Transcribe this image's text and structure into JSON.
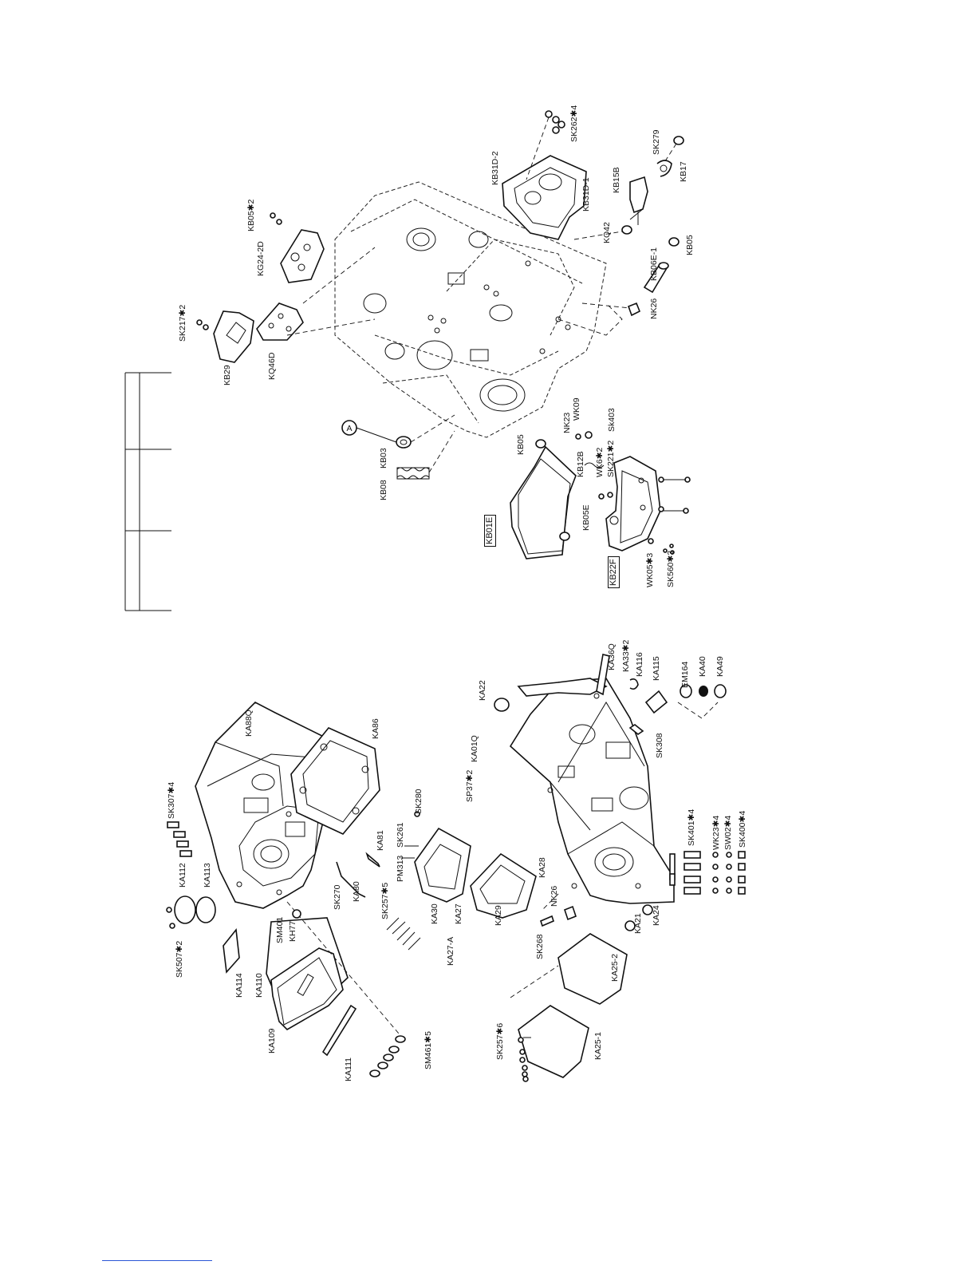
{
  "left_assembly": {
    "labels": [
      {
        "id": "sk307",
        "text": "SK307✱4"
      },
      {
        "id": "ka88q",
        "text": "KA88Q"
      },
      {
        "id": "ka112",
        "text": "KA112"
      },
      {
        "id": "ka113",
        "text": "KA113"
      },
      {
        "id": "sk507",
        "text": "SK507✱2"
      },
      {
        "id": "ka114",
        "text": "KA114"
      },
      {
        "id": "ka110",
        "text": "KA110"
      },
      {
        "id": "sm401",
        "text": "SM401"
      },
      {
        "id": "kh77",
        "text": "KH77"
      },
      {
        "id": "ka109",
        "text": "KA109"
      },
      {
        "id": "ka111",
        "text": "KA111"
      },
      {
        "id": "sm461",
        "text": "SM461✱5"
      },
      {
        "id": "ka86",
        "text": "KA86"
      },
      {
        "id": "sk270",
        "text": "SK270"
      },
      {
        "id": "ka80",
        "text": "KA80"
      },
      {
        "id": "ka81",
        "text": "KA81"
      },
      {
        "id": "sk257x5",
        "text": "SK257✱5"
      },
      {
        "id": "pm313",
        "text": "PM313"
      },
      {
        "id": "sk261",
        "text": "SK261"
      },
      {
        "id": "sk280",
        "text": "SK280"
      },
      {
        "id": "ka30",
        "text": "KA30"
      },
      {
        "id": "ka27",
        "text": "KA27"
      },
      {
        "id": "ka27a",
        "text": "KA27-A"
      },
      {
        "id": "ka29",
        "text": "KA29"
      },
      {
        "id": "sp37",
        "text": "SP37✱2"
      },
      {
        "id": "ka01q",
        "text": "KA01Q"
      },
      {
        "id": "ka22",
        "text": "KA22"
      },
      {
        "id": "ka28",
        "text": "KA28"
      },
      {
        "id": "nk26l",
        "text": "NK26"
      },
      {
        "id": "sk268",
        "text": "SK268"
      },
      {
        "id": "ka25_2",
        "text": "KA25-2"
      },
      {
        "id": "ka25_1",
        "text": "KA25-1"
      },
      {
        "id": "sk257x6",
        "text": "SK257✱6"
      },
      {
        "id": "ka21",
        "text": "KA21"
      },
      {
        "id": "ka24",
        "text": "KA24"
      },
      {
        "id": "sk401",
        "text": "SK401✱4"
      },
      {
        "id": "wk23",
        "text": "WK23✱4"
      },
      {
        "id": "sw02",
        "text": "SW02✱4"
      },
      {
        "id": "sk400",
        "text": "SK400✱4"
      },
      {
        "id": "sk308",
        "text": "SK308"
      },
      {
        "id": "ka36q",
        "text": "KA36Q"
      },
      {
        "id": "ka33",
        "text": "KA33✱2"
      },
      {
        "id": "ka116",
        "text": "KA116"
      },
      {
        "id": "ka115",
        "text": "KA115"
      },
      {
        "id": "em164",
        "text": "EM164"
      },
      {
        "id": "ka40",
        "text": "KA40"
      },
      {
        "id": "ka49",
        "text": "KA49"
      }
    ]
  },
  "right_assembly": {
    "labels": [
      {
        "id": "sk262",
        "text": "SK262✱4"
      },
      {
        "id": "kb31d2",
        "text": "KB31D-2"
      },
      {
        "id": "kb31d1",
        "text": "KB31D-1"
      },
      {
        "id": "sk279",
        "text": "SK279"
      },
      {
        "id": "kb17",
        "text": "KB17"
      },
      {
        "id": "kb15b",
        "text": "KB15B"
      },
      {
        "id": "kq42",
        "text": "KQ42"
      },
      {
        "id": "kb05a",
        "text": "KB05"
      },
      {
        "id": "kb06e1",
        "text": "KB06E-1"
      },
      {
        "id": "nk26r",
        "text": "NK26"
      },
      {
        "id": "kb05x2",
        "text": "KB05✱2"
      },
      {
        "id": "kg242d",
        "text": "KG24-2D"
      },
      {
        "id": "sk217",
        "text": "SK217✱2"
      },
      {
        "id": "kb29",
        "text": "KB29"
      },
      {
        "id": "kq46d",
        "text": "KQ46D"
      },
      {
        "id": "kb03",
        "text": "KB03"
      },
      {
        "id": "kb08",
        "text": "KB08"
      },
      {
        "id": "kb05b",
        "text": "KB05"
      },
      {
        "id": "nk23",
        "text": "NK23"
      },
      {
        "id": "wk09",
        "text": "WK09"
      },
      {
        "id": "sk403",
        "text": "Sk403"
      },
      {
        "id": "kb12b",
        "text": "KB12B"
      },
      {
        "id": "wk6",
        "text": "WK6✱2"
      },
      {
        "id": "sk221",
        "text": "SK221✱2"
      },
      {
        "id": "kb05e",
        "text": "KB05E"
      },
      {
        "id": "wk05",
        "text": "WK05✱3"
      },
      {
        "id": "sk560",
        "text": "SK560✱3"
      }
    ],
    "boxed_labels": [
      {
        "id": "kb01e",
        "text": "KB01E"
      },
      {
        "id": "kb22f",
        "text": "KB22F"
      }
    ],
    "callout": "A"
  }
}
